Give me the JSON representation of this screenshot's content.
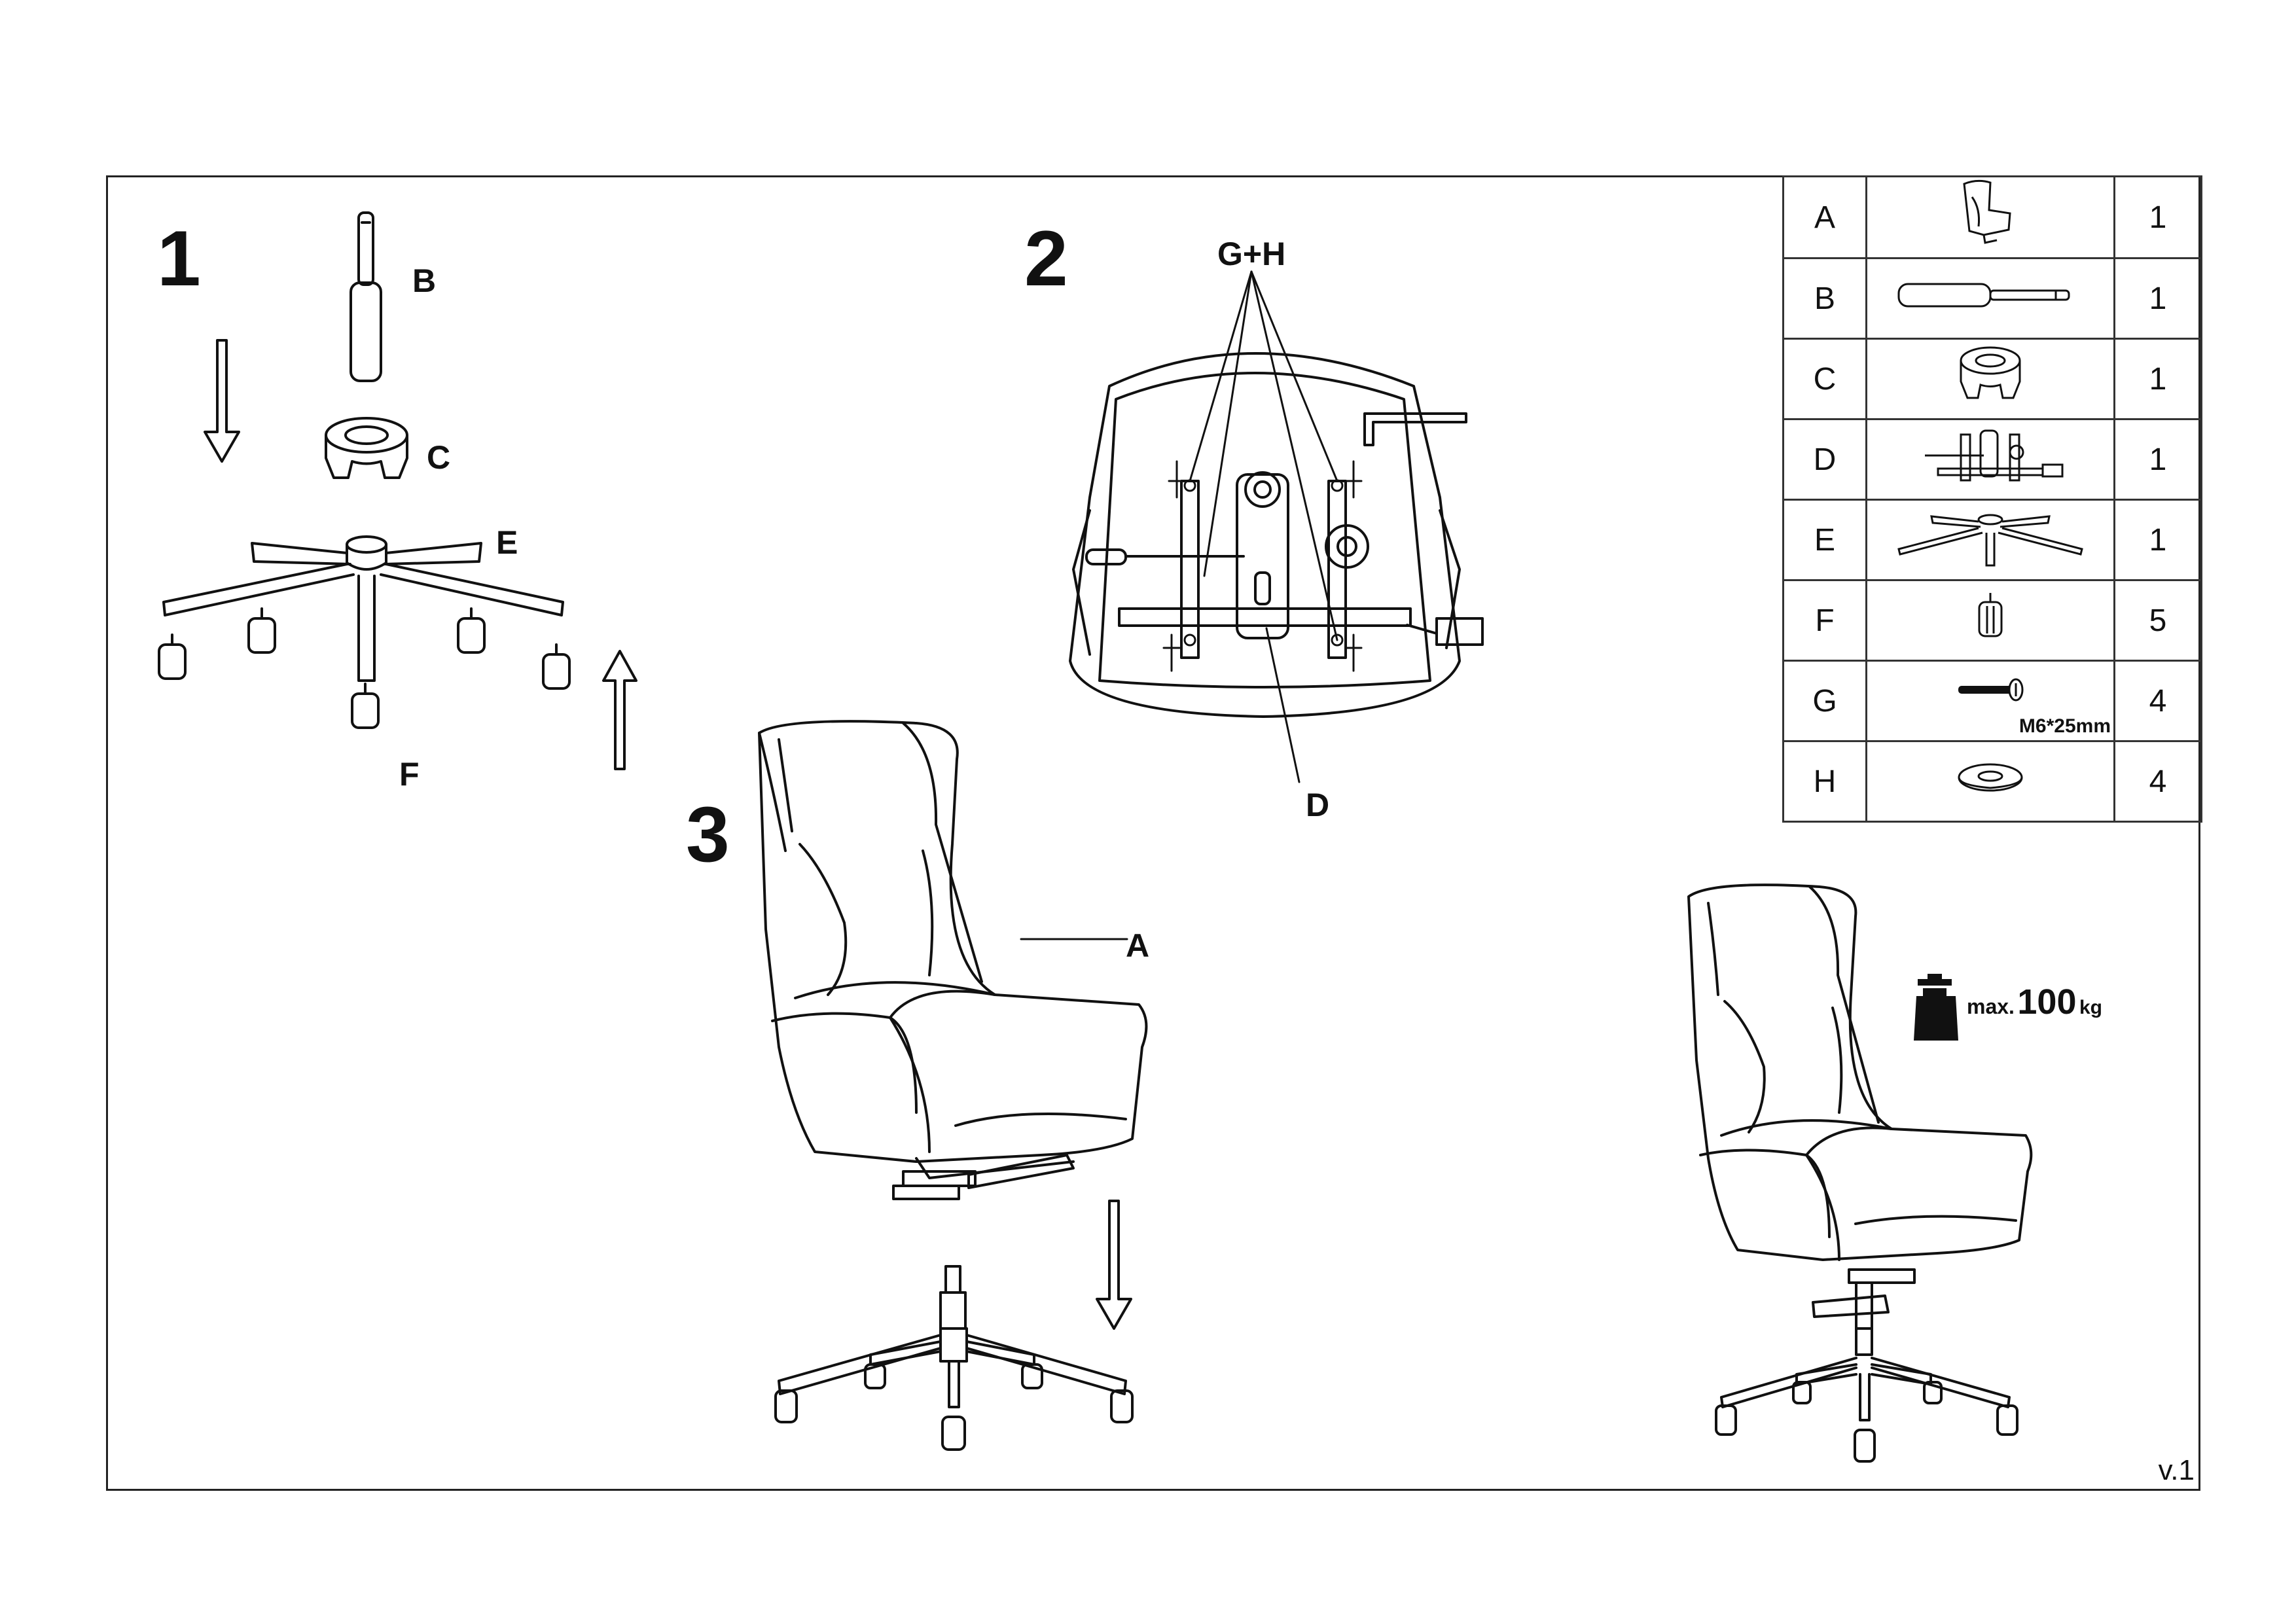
{
  "steps": [
    "1",
    "2",
    "3"
  ],
  "labels": {
    "B": "B",
    "C": "C",
    "E": "E",
    "F": "F",
    "GH": "G+H",
    "D": "D",
    "A": "A"
  },
  "parts": [
    {
      "letter": "A",
      "qty": "1",
      "icon": "chair-icon"
    },
    {
      "letter": "B",
      "qty": "1",
      "icon": "gas-cylinder-icon"
    },
    {
      "letter": "C",
      "qty": "1",
      "icon": "cylinder-cover-icon"
    },
    {
      "letter": "D",
      "qty": "1",
      "icon": "mechanism-icon"
    },
    {
      "letter": "E",
      "qty": "1",
      "icon": "star-base-icon"
    },
    {
      "letter": "F",
      "qty": "5",
      "icon": "caster-icon"
    },
    {
      "letter": "G",
      "qty": "4",
      "icon": "screw-icon",
      "spec": "M6*25mm"
    },
    {
      "letter": "H",
      "qty": "4",
      "icon": "washer-icon"
    }
  ],
  "weight": {
    "prefix": "max.",
    "value": "100",
    "unit": "kg"
  },
  "version": "v.1"
}
